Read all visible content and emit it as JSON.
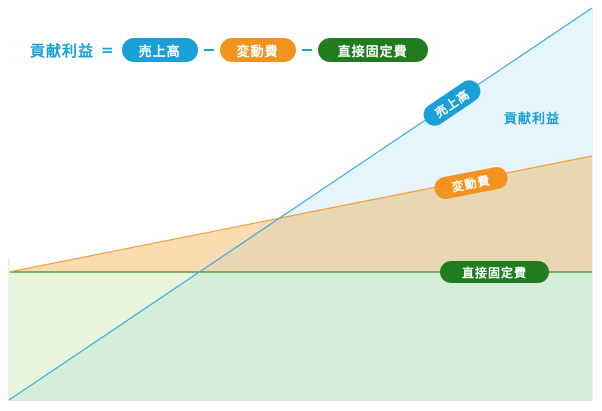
{
  "colors": {
    "sales": "#1a9fd6",
    "variable": "#f3931f",
    "fixed": "#1f7d1f",
    "fill_margin": "#e6f4fb",
    "fill_variable": "#fbdcb0",
    "fill_variable_overlap": "#e8d7b2",
    "fill_fixed_upper": "#e8f4dc",
    "fill_fixed_lower": "#d6edd8"
  },
  "formula": {
    "title": "貢献利益",
    "equals": "=",
    "terms": [
      {
        "label": "売上高",
        "color": "#1a9fd6"
      },
      {
        "label": "変動費",
        "color": "#f3931f"
      },
      {
        "label": "直接固定費",
        "color": "#1f7d1f"
      }
    ],
    "operator": "-"
  },
  "labels": {
    "sales_line": "売上高",
    "variable_line": "変動費",
    "fixed_line": "直接固定費",
    "margin_region": "貢献利益"
  },
  "chart_data": {
    "type": "line",
    "title": "貢献利益 = 売上高 - 変動費 - 直接固定費",
    "xlabel": "",
    "ylabel": "",
    "grid": false,
    "legend_position": "top-left (formula)",
    "x": [
      0,
      1
    ],
    "series": [
      {
        "name": "売上高",
        "values": [
          0,
          1.0
        ],
        "color": "#1a9fd6"
      },
      {
        "name": "変動費",
        "values": [
          0.33,
          0.62
        ],
        "note": "stacked on 直接固定費",
        "color": "#f3931f"
      },
      {
        "name": "直接固定費",
        "values": [
          0.33,
          0.33
        ],
        "color": "#1f7d1f"
      }
    ],
    "annotations": [
      "貢献利益 (area between 売上高 and 変動費 lines)"
    ]
  }
}
